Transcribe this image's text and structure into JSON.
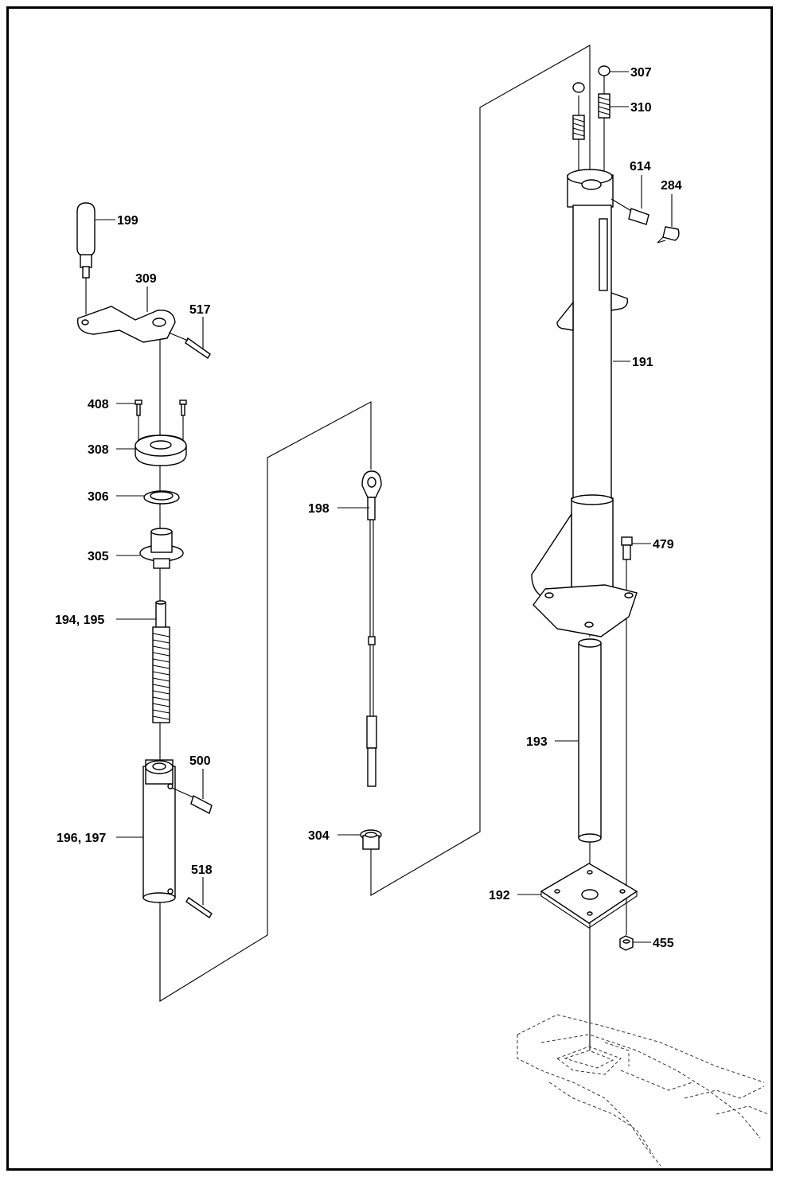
{
  "diagram": {
    "labels": {
      "p199": "199",
      "p309": "309",
      "p517": "517",
      "p408": "408",
      "p308": "308",
      "p306": "306",
      "p305": "305",
      "p194_195": "194, 195",
      "p500": "500",
      "p196_197": "196, 197",
      "p518": "518",
      "p198": "198",
      "p304": "304",
      "p307": "307",
      "p310": "310",
      "p614": "614",
      "p284": "284",
      "p191": "191",
      "p479": "479",
      "p193": "193",
      "p192": "192",
      "p455": "455"
    }
  }
}
